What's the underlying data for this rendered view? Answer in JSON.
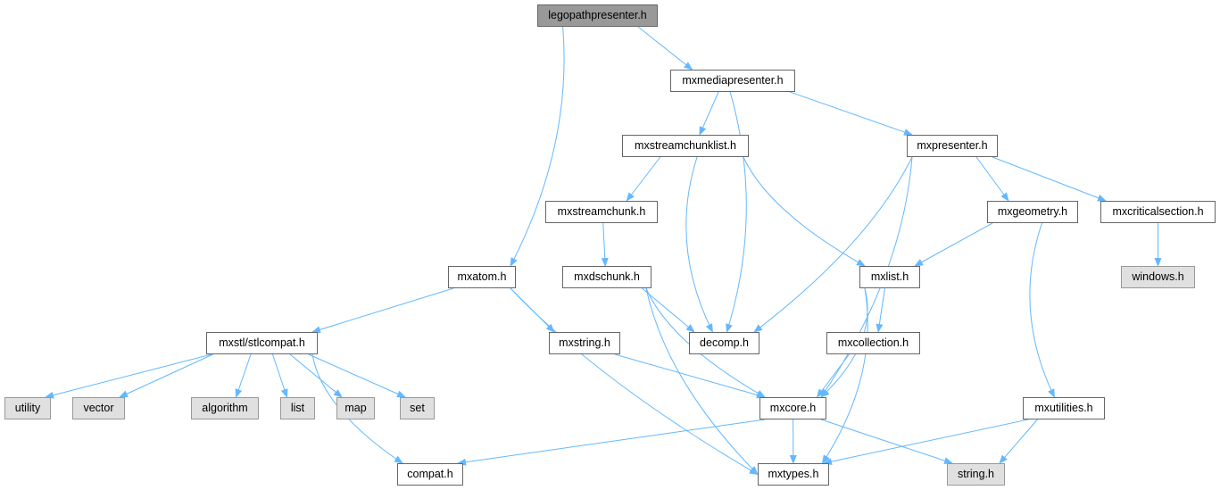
{
  "colors": {
    "edge": "#63b8ff",
    "root_fill": "#999999",
    "external_fill": "#e0e0e0",
    "node_border": "#666666"
  },
  "nodes": [
    {
      "label": "legopathpresenter.h",
      "kind": "root"
    },
    {
      "label": "mxmediapresenter.h",
      "kind": "file"
    },
    {
      "label": "mxstreamchunklist.h",
      "kind": "file"
    },
    {
      "label": "mxpresenter.h",
      "kind": "file"
    },
    {
      "label": "mxstreamchunk.h",
      "kind": "file"
    },
    {
      "label": "mxgeometry.h",
      "kind": "file"
    },
    {
      "label": "mxcriticalsection.h",
      "kind": "file"
    },
    {
      "label": "mxatom.h",
      "kind": "file"
    },
    {
      "label": "mxdschunk.h",
      "kind": "file"
    },
    {
      "label": "mxlist.h",
      "kind": "file"
    },
    {
      "label": "windows.h",
      "kind": "external"
    },
    {
      "label": "mxstl/stlcompat.h",
      "kind": "file"
    },
    {
      "label": "mxstring.h",
      "kind": "file"
    },
    {
      "label": "decomp.h",
      "kind": "file"
    },
    {
      "label": "mxcollection.h",
      "kind": "file"
    },
    {
      "label": "utility",
      "kind": "external"
    },
    {
      "label": "vector",
      "kind": "external"
    },
    {
      "label": "algorithm",
      "kind": "external"
    },
    {
      "label": "list",
      "kind": "external"
    },
    {
      "label": "map",
      "kind": "external"
    },
    {
      "label": "set",
      "kind": "external"
    },
    {
      "label": "mxcore.h",
      "kind": "file"
    },
    {
      "label": "mxutilities.h",
      "kind": "file"
    },
    {
      "label": "compat.h",
      "kind": "file"
    },
    {
      "label": "mxtypes.h",
      "kind": "file"
    },
    {
      "label": "string.h",
      "kind": "external"
    }
  ],
  "edges": [
    [
      "legopathpresenter.h",
      "mxmediapresenter.h"
    ],
    [
      "legopathpresenter.h",
      "mxatom.h"
    ],
    [
      "mxmediapresenter.h",
      "mxstreamchunklist.h"
    ],
    [
      "mxmediapresenter.h",
      "decomp.h"
    ],
    [
      "mxmediapresenter.h",
      "mxpresenter.h"
    ],
    [
      "mxstreamchunklist.h",
      "mxstreamchunk.h"
    ],
    [
      "mxstreamchunklist.h",
      "decomp.h"
    ],
    [
      "mxstreamchunklist.h",
      "mxlist.h"
    ],
    [
      "mxpresenter.h",
      "decomp.h"
    ],
    [
      "mxpresenter.h",
      "mxcore.h"
    ],
    [
      "mxpresenter.h",
      "mxgeometry.h"
    ],
    [
      "mxpresenter.h",
      "mxcriticalsection.h"
    ],
    [
      "mxstreamchunk.h",
      "mxdschunk.h"
    ],
    [
      "mxdschunk.h",
      "decomp.h"
    ],
    [
      "mxdschunk.h",
      "mxcore.h"
    ],
    [
      "mxdschunk.h",
      "mxtypes.h"
    ],
    [
      "mxgeometry.h",
      "mxlist.h"
    ],
    [
      "mxgeometry.h",
      "mxutilities.h"
    ],
    [
      "mxcriticalsection.h",
      "windows.h"
    ],
    [
      "mxatom.h",
      "mxstl/stlcompat.h"
    ],
    [
      "mxatom.h",
      "mxstring.h"
    ],
    [
      "mxatom.h",
      "mxtypes.h"
    ],
    [
      "mxlist.h",
      "mxcore.h"
    ],
    [
      "mxlist.h",
      "mxcollection.h"
    ],
    [
      "mxlist.h",
      "mxtypes.h"
    ],
    [
      "mxstl/stlcompat.h",
      "utility"
    ],
    [
      "mxstl/stlcompat.h",
      "vector"
    ],
    [
      "mxstl/stlcompat.h",
      "algorithm"
    ],
    [
      "mxstl/stlcompat.h",
      "list"
    ],
    [
      "mxstl/stlcompat.h",
      "map"
    ],
    [
      "mxstl/stlcompat.h",
      "set"
    ],
    [
      "mxstl/stlcompat.h",
      "compat.h"
    ],
    [
      "mxstring.h",
      "mxcore.h"
    ],
    [
      "mxcollection.h",
      "mxcore.h"
    ],
    [
      "mxcore.h",
      "compat.h"
    ],
    [
      "mxcore.h",
      "mxtypes.h"
    ],
    [
      "mxcore.h",
      "string.h"
    ],
    [
      "mxutilities.h",
      "mxtypes.h"
    ],
    [
      "mxutilities.h",
      "string.h"
    ]
  ]
}
